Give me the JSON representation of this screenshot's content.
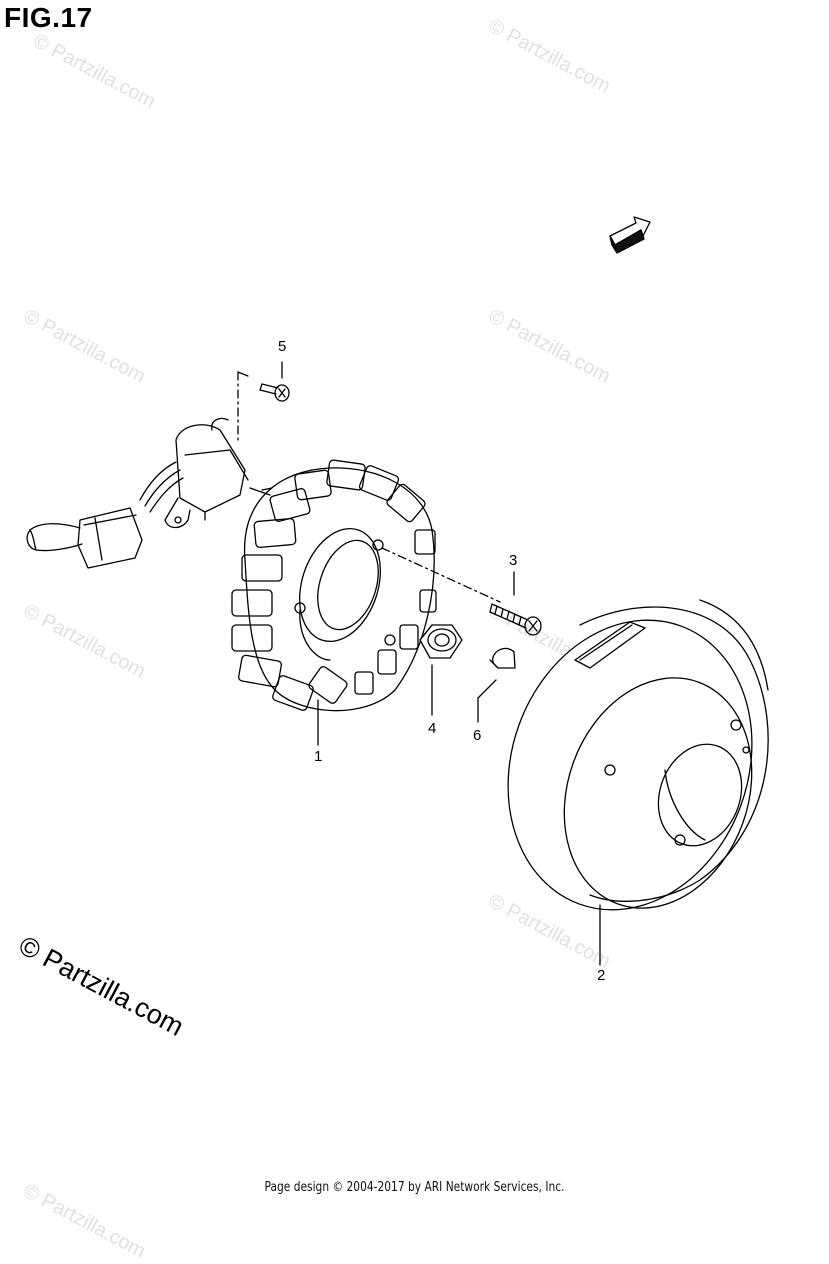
{
  "figure": {
    "title": "FIG.17"
  },
  "direction_marker": {
    "label": "FWD"
  },
  "callouts": [
    {
      "id": "1",
      "label": "1"
    },
    {
      "id": "2",
      "label": "2"
    },
    {
      "id": "3",
      "label": "3"
    },
    {
      "id": "4",
      "label": "4"
    },
    {
      "id": "5",
      "label": "5"
    },
    {
      "id": "6",
      "label": "6"
    }
  ],
  "watermark": {
    "text": "© Partzilla.com"
  },
  "copyright_mark": {
    "text": "© Partzilla.com"
  },
  "footer": {
    "text": "Page design © 2004-2017 by ARI Network Services, Inc."
  }
}
